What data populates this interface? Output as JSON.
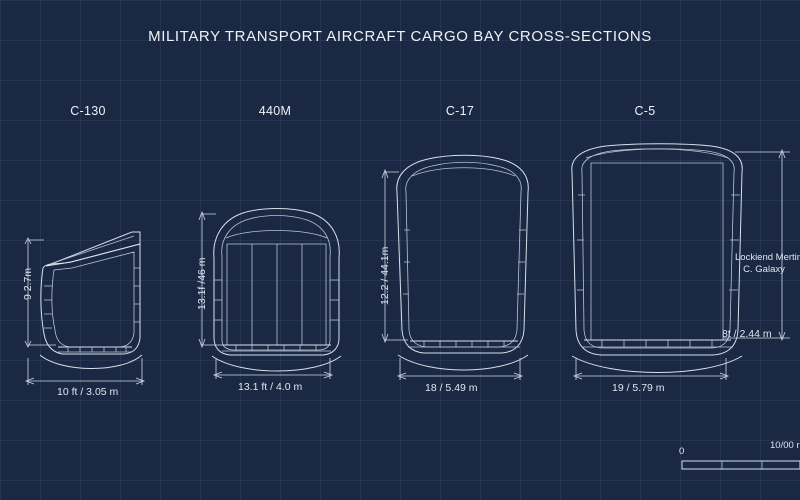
{
  "sheet": {
    "title": "MILITARY TRANSPORT AIRCRAFT CARGO BAY CROSS-SECTIONS",
    "background_color": "#1a2844",
    "line_color": "#d7dfeb",
    "grid_color": "#2b3c5e"
  },
  "aircraft": [
    {
      "id": "c130",
      "label": "C-130",
      "height_dim": "9 2.7m",
      "width_dim": "10 ft / 3.05 m"
    },
    {
      "id": "440m",
      "label": "440M",
      "height_dim": "13.1f /46 m",
      "width_dim": "13.1 ft / 4.0 m"
    },
    {
      "id": "c17",
      "label": "C-17",
      "height_dim": "12.2 / 44.1m",
      "width_dim": "18 / 5.49 m"
    },
    {
      "id": "c5",
      "label": "C-5",
      "height_dim": "8t / 2.44 m",
      "width_dim": "19 / 5.79 m",
      "note_line1": "Lockiend Mertin",
      "note_line2": "C. Galaxy"
    }
  ],
  "scale_bar": {
    "start_label": "0",
    "end_label": "10/00 r"
  }
}
